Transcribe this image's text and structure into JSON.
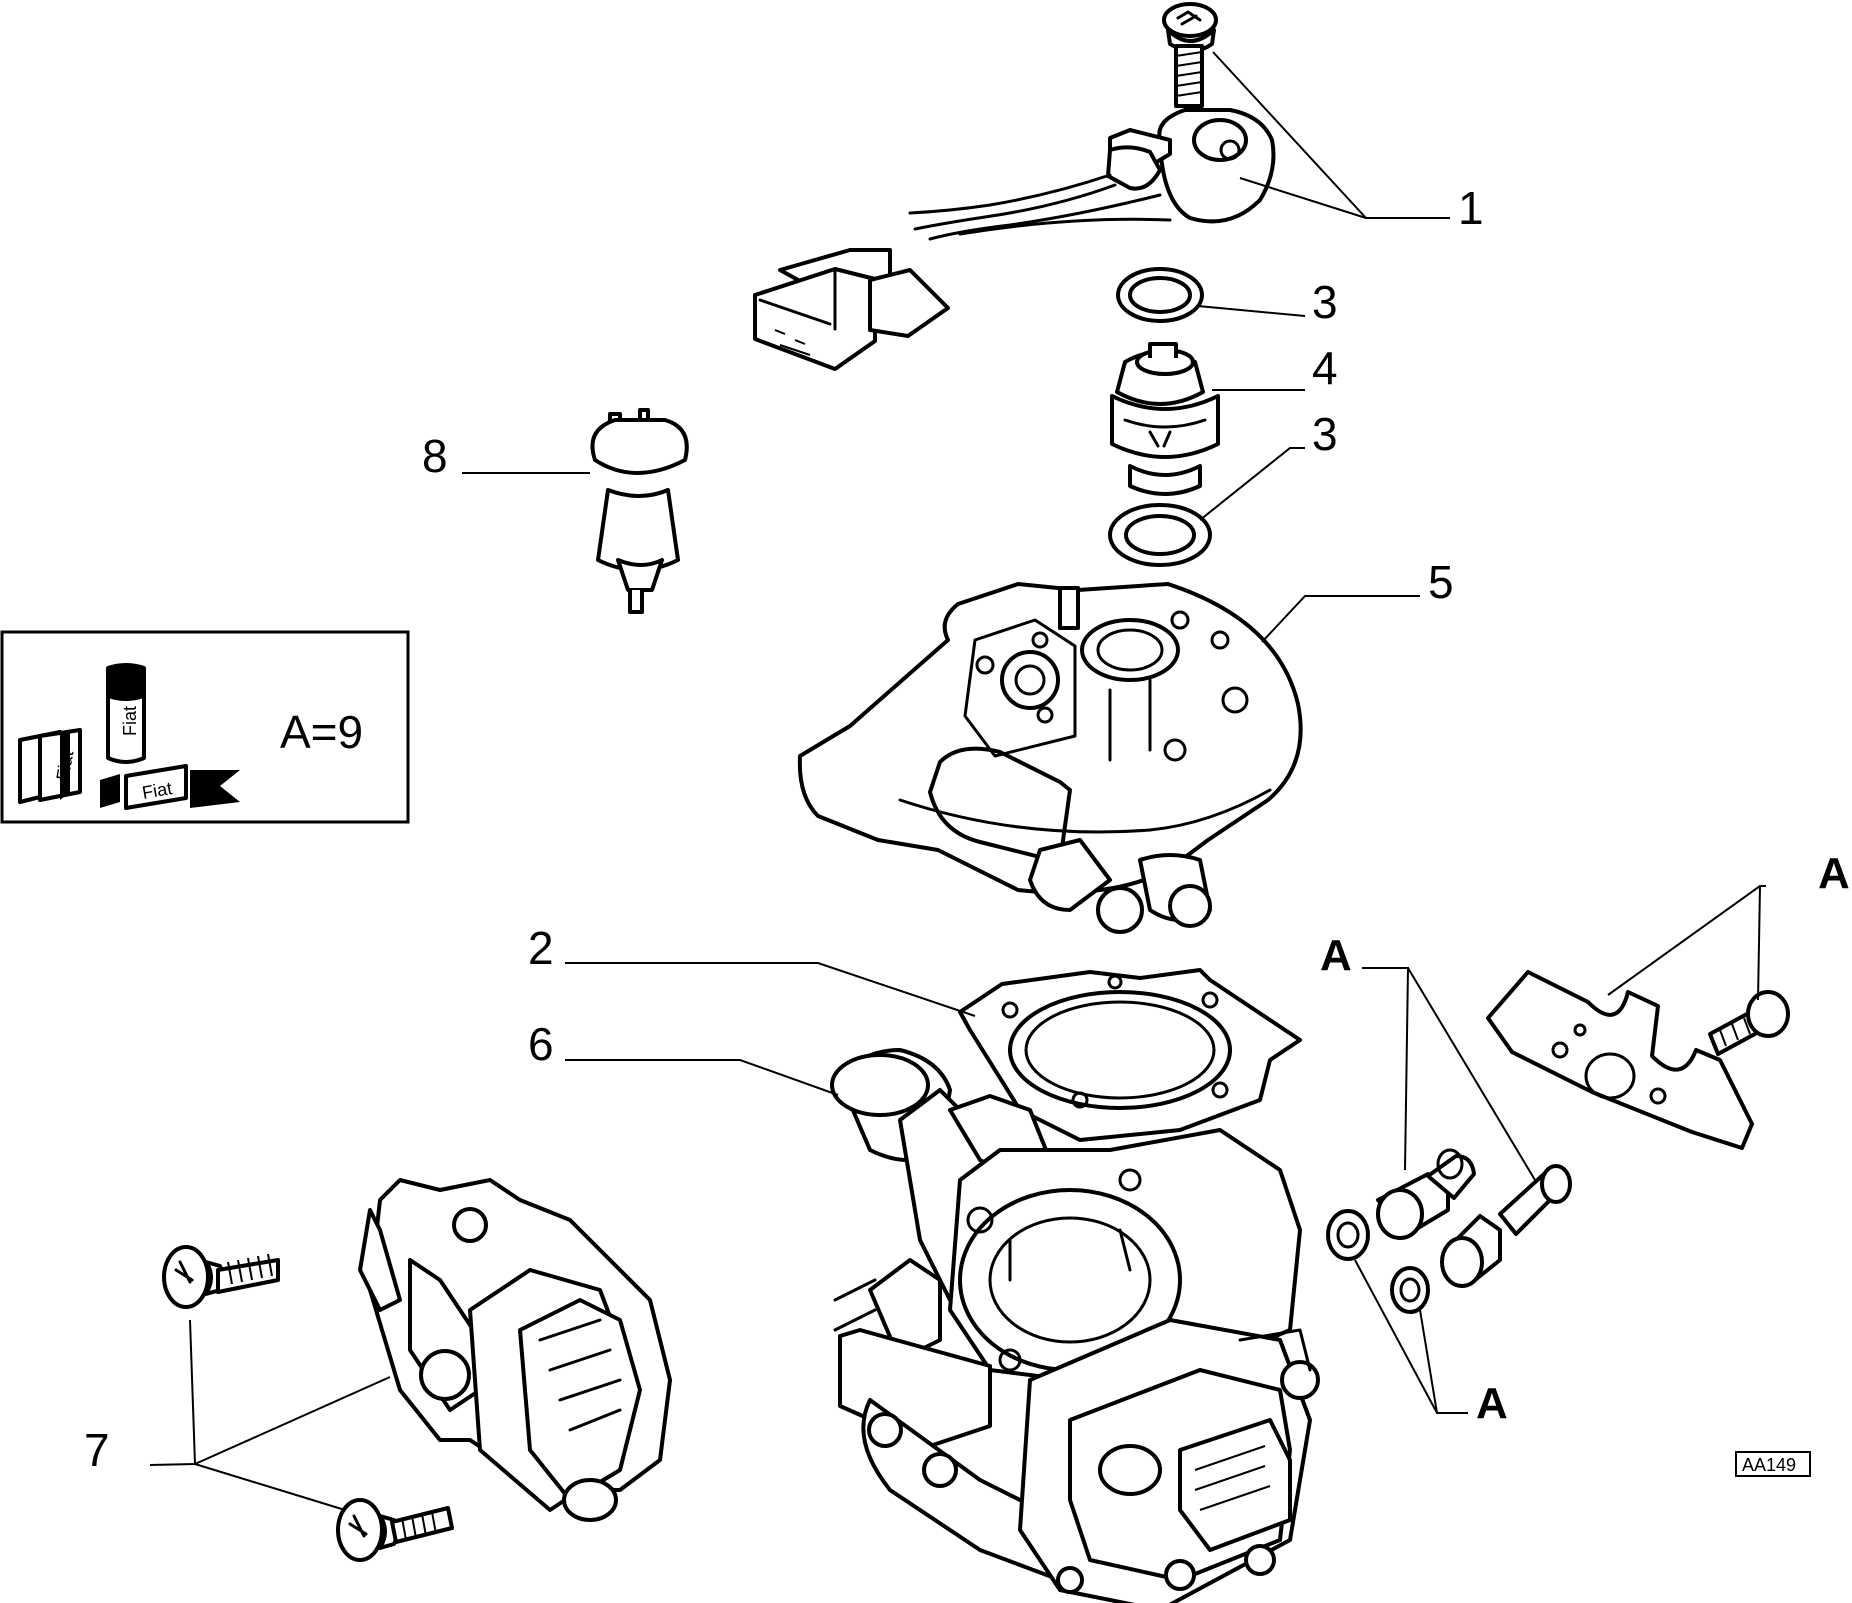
{
  "diagram": {
    "callouts": [
      {
        "id": "1",
        "text": "1"
      },
      {
        "id": "3a",
        "text": "3"
      },
      {
        "id": "4",
        "text": "4"
      },
      {
        "id": "3b",
        "text": "3"
      },
      {
        "id": "8",
        "text": "8"
      },
      {
        "id": "5",
        "text": "5"
      },
      {
        "id": "2",
        "text": "2"
      },
      {
        "id": "6",
        "text": "6"
      },
      {
        "id": "7",
        "text": "7"
      },
      {
        "id": "A1",
        "text": "A"
      },
      {
        "id": "A2",
        "text": "A"
      },
      {
        "id": "A3",
        "text": "A"
      }
    ],
    "legend": {
      "text": "A=9",
      "logo_text": [
        "Fiat",
        "Fiat",
        "Fiat"
      ]
    },
    "reference_code": "AA149"
  }
}
